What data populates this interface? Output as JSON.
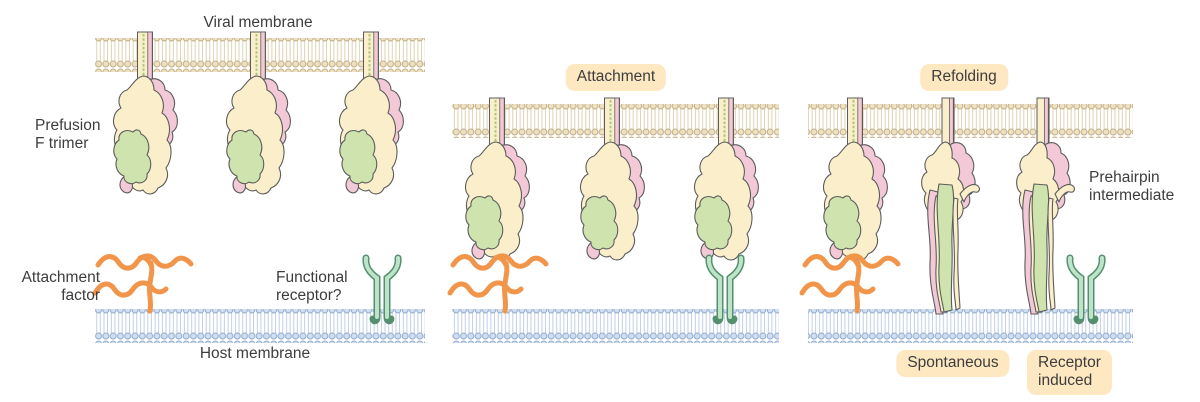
{
  "colors": {
    "background": "#ffffff",
    "text": "#3d3d3d",
    "badge_bg": "#fde8c1",
    "viral_head": "#ede1c3",
    "viral_edge": "#c3ae83",
    "viral_tail": "#d9cda9",
    "host_head": "#cfdff1",
    "host_edge": "#93abce",
    "host_tail": "#bac9e3",
    "outline": "#5c5c5c",
    "cream": "#faefca",
    "pink": "#f3c9d8",
    "green_lobe": "#cfe3ae",
    "anchor_green": "#a9c87f",
    "orange": "#f0954a",
    "receptor_fill": "#bfe3c9",
    "receptor_edge": "#54906e"
  },
  "panel_prefusion": {
    "viral_membrane_label": "Viral membrane",
    "prefusion_trimer_label": "Prefusion\nF trimer",
    "attachment_factor_label": "Attachment\nfactor",
    "functional_receptor_label": "Functional\nreceptor?",
    "host_membrane_label": "Host membrane"
  },
  "panel_attachment": {
    "stage_badge": "Attachment"
  },
  "panel_refolding": {
    "stage_badge": "Refolding",
    "prehairpin_label": "Prehairpin\nintermediate",
    "spontaneous_badge": "Spontaneous",
    "receptor_induced_badge": "Receptor\ninduced"
  }
}
